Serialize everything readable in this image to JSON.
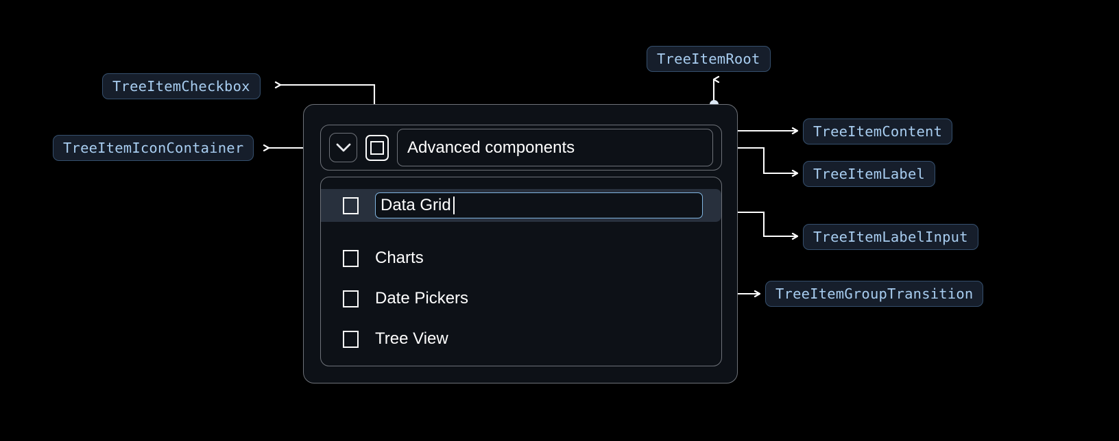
{
  "theme": {
    "page_bg": "#000000",
    "chip_bg": "#161e2b",
    "chip_border": "#36506e",
    "chip_text": "#a8cdf0",
    "widget_border": "#6f737a",
    "widget_bg": "#0d1117",
    "selected_row_bg": "#28303d",
    "input_border": "#82b7e3",
    "connector": "#ffffff",
    "text": "#ffffff"
  },
  "annotations": [
    {
      "id": "checkbox",
      "label": "TreeItemCheckbox"
    },
    {
      "id": "icon_container",
      "label": "TreeItemIconContainer"
    },
    {
      "id": "root",
      "label": "TreeItemRoot"
    },
    {
      "id": "content",
      "label": "TreeItemContent"
    },
    {
      "id": "label",
      "label": "TreeItemLabel"
    },
    {
      "id": "label_input",
      "label": "TreeItemLabelInput"
    },
    {
      "id": "group_transition",
      "label": "TreeItemGroupTransition"
    }
  ],
  "tree": {
    "root_item": {
      "label": "Advanced components",
      "expand_icon": "chevron-down-icon",
      "checkbox_state": "indeterminate"
    },
    "children": [
      {
        "label": "Data Grid",
        "editing": true,
        "input_value": "Data Grid",
        "checked": false
      },
      {
        "label": "Charts",
        "editing": false,
        "checked": false
      },
      {
        "label": "Date Pickers",
        "editing": false,
        "checked": false
      },
      {
        "label": "Tree View",
        "editing": false,
        "checked": false
      }
    ]
  }
}
